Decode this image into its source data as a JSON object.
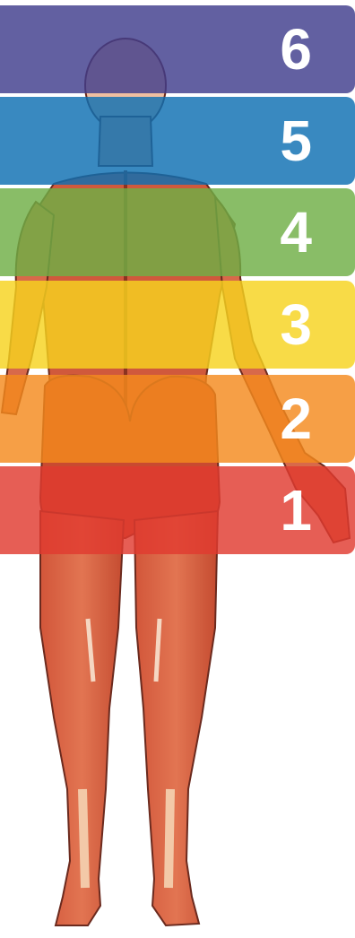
{
  "figure": {
    "subject": "muscular-body-back-view",
    "bands": [
      {
        "label": "6",
        "color": "#3f3d8c"
      },
      {
        "label": "5",
        "color": "#0d6fb2"
      },
      {
        "label": "4",
        "color": "#6fae45"
      },
      {
        "label": "3",
        "color": "#f7d31e"
      },
      {
        "label": "2",
        "color": "#f48a1d"
      },
      {
        "label": "1",
        "color": "#e03a2f"
      }
    ],
    "colors": {
      "skin_light": "#f3c9a8",
      "muscle": "#c9452c",
      "outline": "#6b2a1e"
    }
  }
}
